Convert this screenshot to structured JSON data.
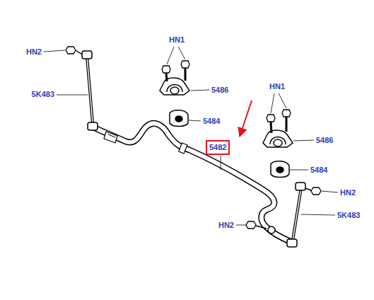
{
  "diagram": {
    "nodes": [
      {
        "text": [
          "5482"
        ]
      }
    ],
    "labels": [
      "HN2",
      "HN1",
      "5K483",
      "5486",
      "HN1",
      "5484",
      "5486",
      "5484",
      "HN2",
      "5K483",
      "HN2"
    ]
  }
}
